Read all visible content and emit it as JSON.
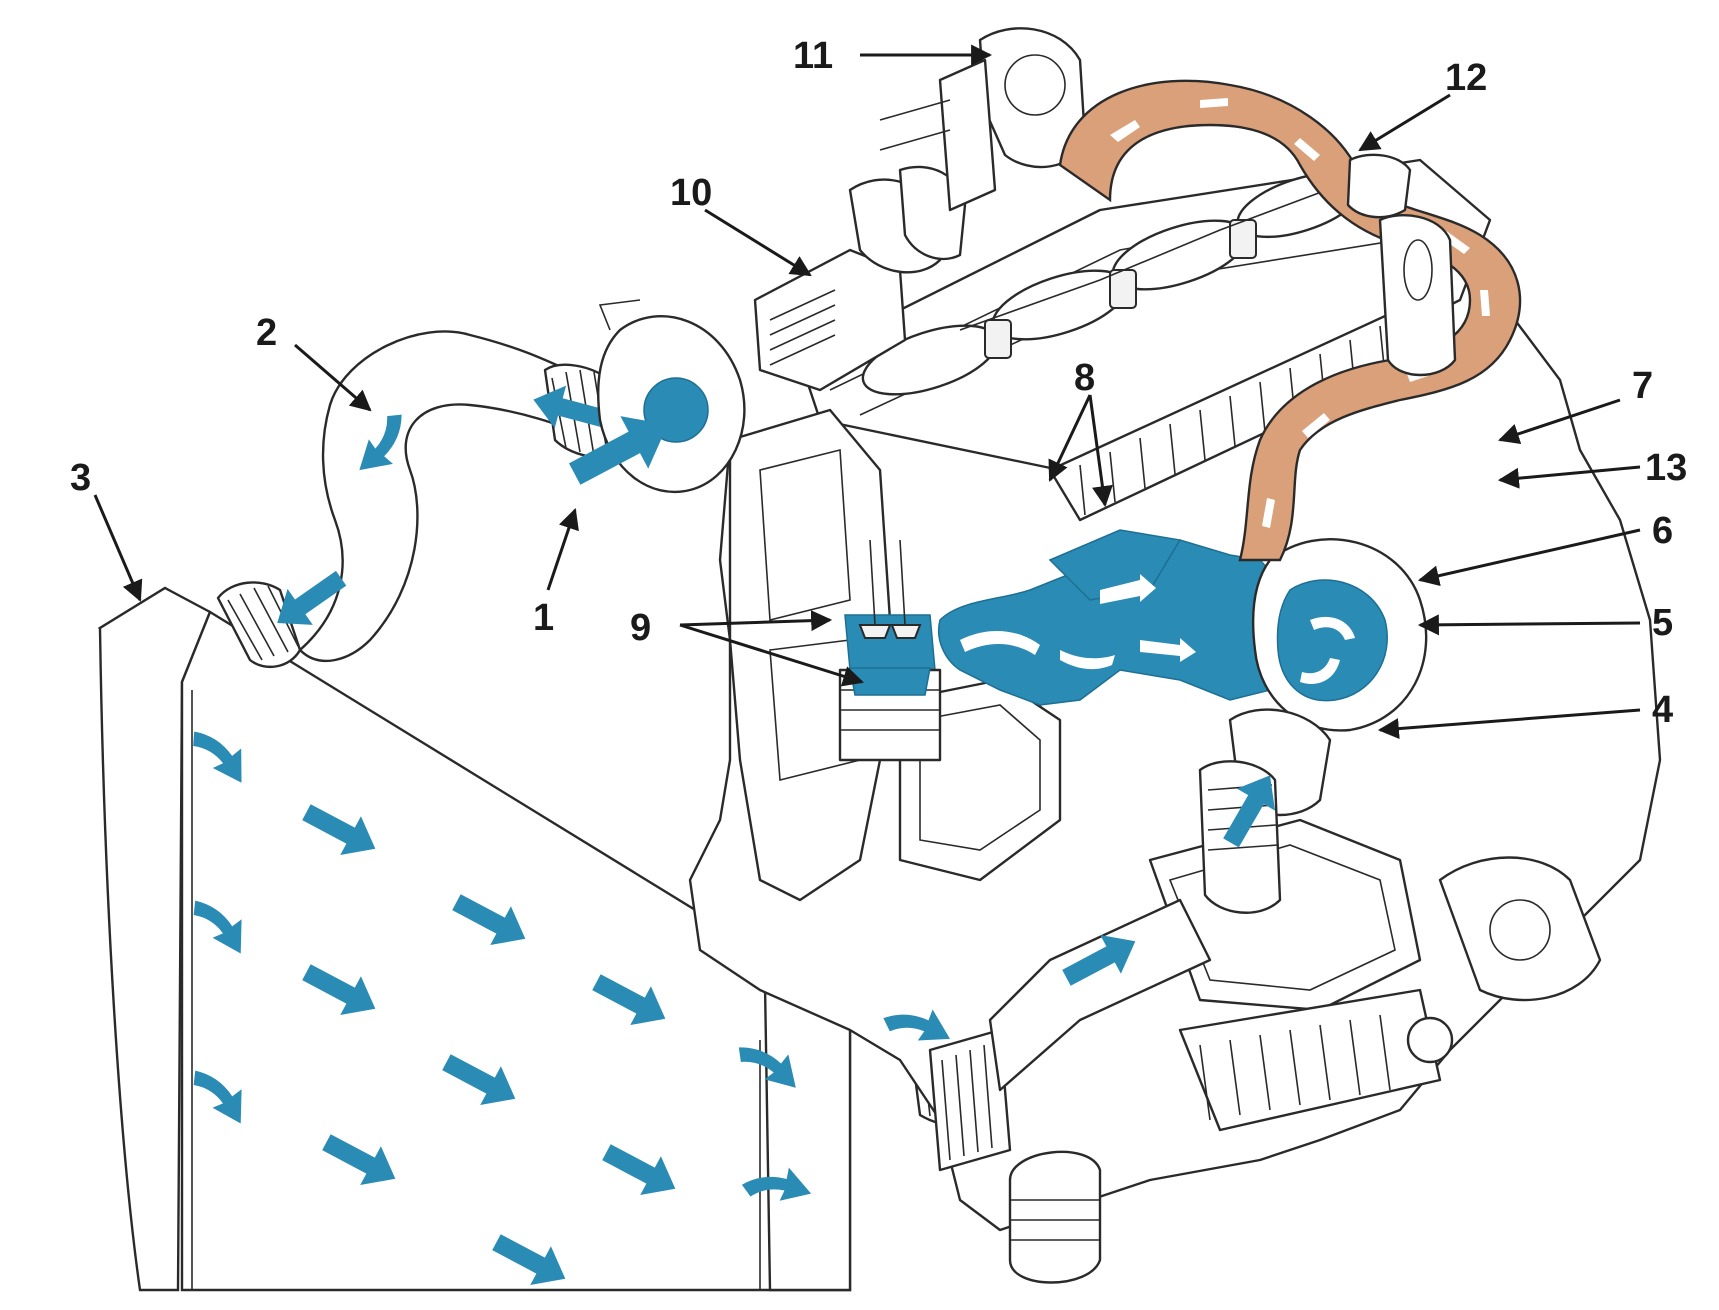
{
  "colors": {
    "intake_blue": "#2a8bb5",
    "exhaust_orange": "#d9a07a",
    "line": "#2a2a2a"
  },
  "callouts": [
    {
      "id": "1",
      "text": "1"
    },
    {
      "id": "2",
      "text": "2"
    },
    {
      "id": "3",
      "text": "3"
    },
    {
      "id": "4",
      "text": "4"
    },
    {
      "id": "5",
      "text": "5"
    },
    {
      "id": "6",
      "text": "6"
    },
    {
      "id": "7",
      "text": "7"
    },
    {
      "id": "8",
      "text": "8"
    },
    {
      "id": "9",
      "text": "9"
    },
    {
      "id": "10",
      "text": "10"
    },
    {
      "id": "11",
      "text": "11"
    },
    {
      "id": "12",
      "text": "12"
    },
    {
      "id": "13",
      "text": "13"
    }
  ]
}
